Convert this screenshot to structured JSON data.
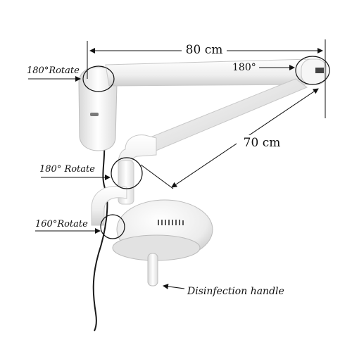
{
  "labels": {
    "width_80": "80 cm",
    "top_right_rotate": "180°",
    "reach_70": "70 cm",
    "wall_rotate": "180°Rotate",
    "mid_rotate": "180° Rotate",
    "head_rotate": "160°Rotate",
    "handle": "Disinfection handle"
  },
  "colors": {
    "lamp_white": "#f4f4f4",
    "lamp_shadow": "#cfcfcf",
    "line": "#111111",
    "cord": "#1a1a1a"
  }
}
